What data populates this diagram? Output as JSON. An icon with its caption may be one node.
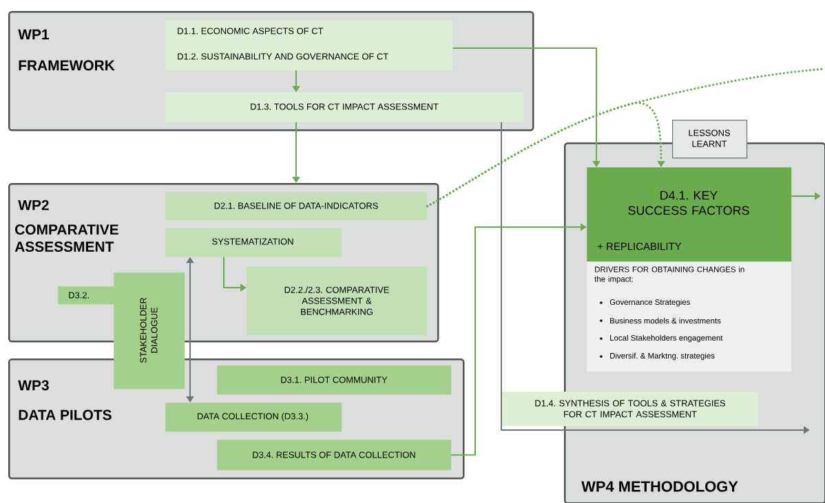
{
  "diagram": {
    "nodes": [
      {
        "text": [
          "WP1",
          "FRAMEWORK"
        ]
      },
      {
        "text": [
          "D1.1. ECONOMIC ASPECTS OF CT",
          "D1.2. SUSTAINABILITY AND GOVERNANCE OF CT"
        ],
        "in": 0
      },
      {
        "text": [
          "D1.3. TOOLS FOR CT IMPACT ASSESSMENT"
        ],
        "in": 0
      },
      {
        "text": [
          "WP2",
          "COMPARATIVE ASSESSMENT"
        ]
      },
      {
        "text": [
          "D2.1. BASELINE OF DATA-INDICATORS"
        ],
        "in": 3
      },
      {
        "text": [
          "SYSTEMATIZATION"
        ],
        "in": 3
      },
      {
        "text": [
          "D2.2./2.3. COMPARATIVE ASSESSMENT & BENCHMARKING"
        ],
        "in": 3
      },
      {
        "text": [
          "D3.2."
        ],
        "in": 3
      },
      {
        "text": [
          "STAKEHOLDER DIALOGUE"
        ]
      },
      {
        "text": [
          "WP3",
          "DATA PILOTS"
        ]
      },
      {
        "text": [
          "D3.1. PILOT COMMUNITY"
        ],
        "in": 9
      },
      {
        "text": [
          "DATA COLLECTION (D3.3.)"
        ],
        "in": 9
      },
      {
        "text": [
          "D3.4. RESULTS OF DATA COLLECTION"
        ],
        "in": 9
      },
      {
        "text": [
          "WP4 METHODOLOGY"
        ]
      },
      {
        "text": [
          "LESSONS LEARNT"
        ]
      },
      {
        "text": [
          "D4.1. KEY SUCCESS FACTORS",
          "+ REPLICABILITY"
        ],
        "in": 13
      },
      {
        "text": [
          "DRIVERS FOR OBTAINING CHANGES in the impact:",
          "Governance Strategies",
          "Business models & investments",
          "Local Stakeholders engagement",
          "Diversif. & Marktng. strategies"
        ],
        "in": 13
      },
      {
        "text": [
          "D1.4. SYNTHESIS OF TOOLS & STRATEGIES FOR CT IMPACT ASSESSMENT"
        ]
      }
    ],
    "edges": [
      {
        "from": 1,
        "to": 15,
        "arrow": "to"
      },
      {
        "from": 1,
        "to": 2,
        "arrow": "to"
      },
      {
        "from": 2,
        "to": 3,
        "arrow": "to"
      },
      {
        "from": 4,
        "to": null,
        "arrow": "none",
        "style": "dashed"
      },
      {
        "from": 4,
        "to": 15,
        "arrow": "to",
        "style": "dashed"
      },
      {
        "from": 5,
        "to": 6,
        "arrow": "to"
      },
      {
        "from": 5,
        "to": 11,
        "arrow": "both",
        "color": "#6f7676"
      },
      {
        "from": 12,
        "to": 15,
        "arrow": "to"
      },
      {
        "from": 15,
        "to": null,
        "arrow": "to"
      },
      {
        "from": 2,
        "to": null,
        "arrow": "to",
        "color": "#6f7676"
      }
    ]
  }
}
